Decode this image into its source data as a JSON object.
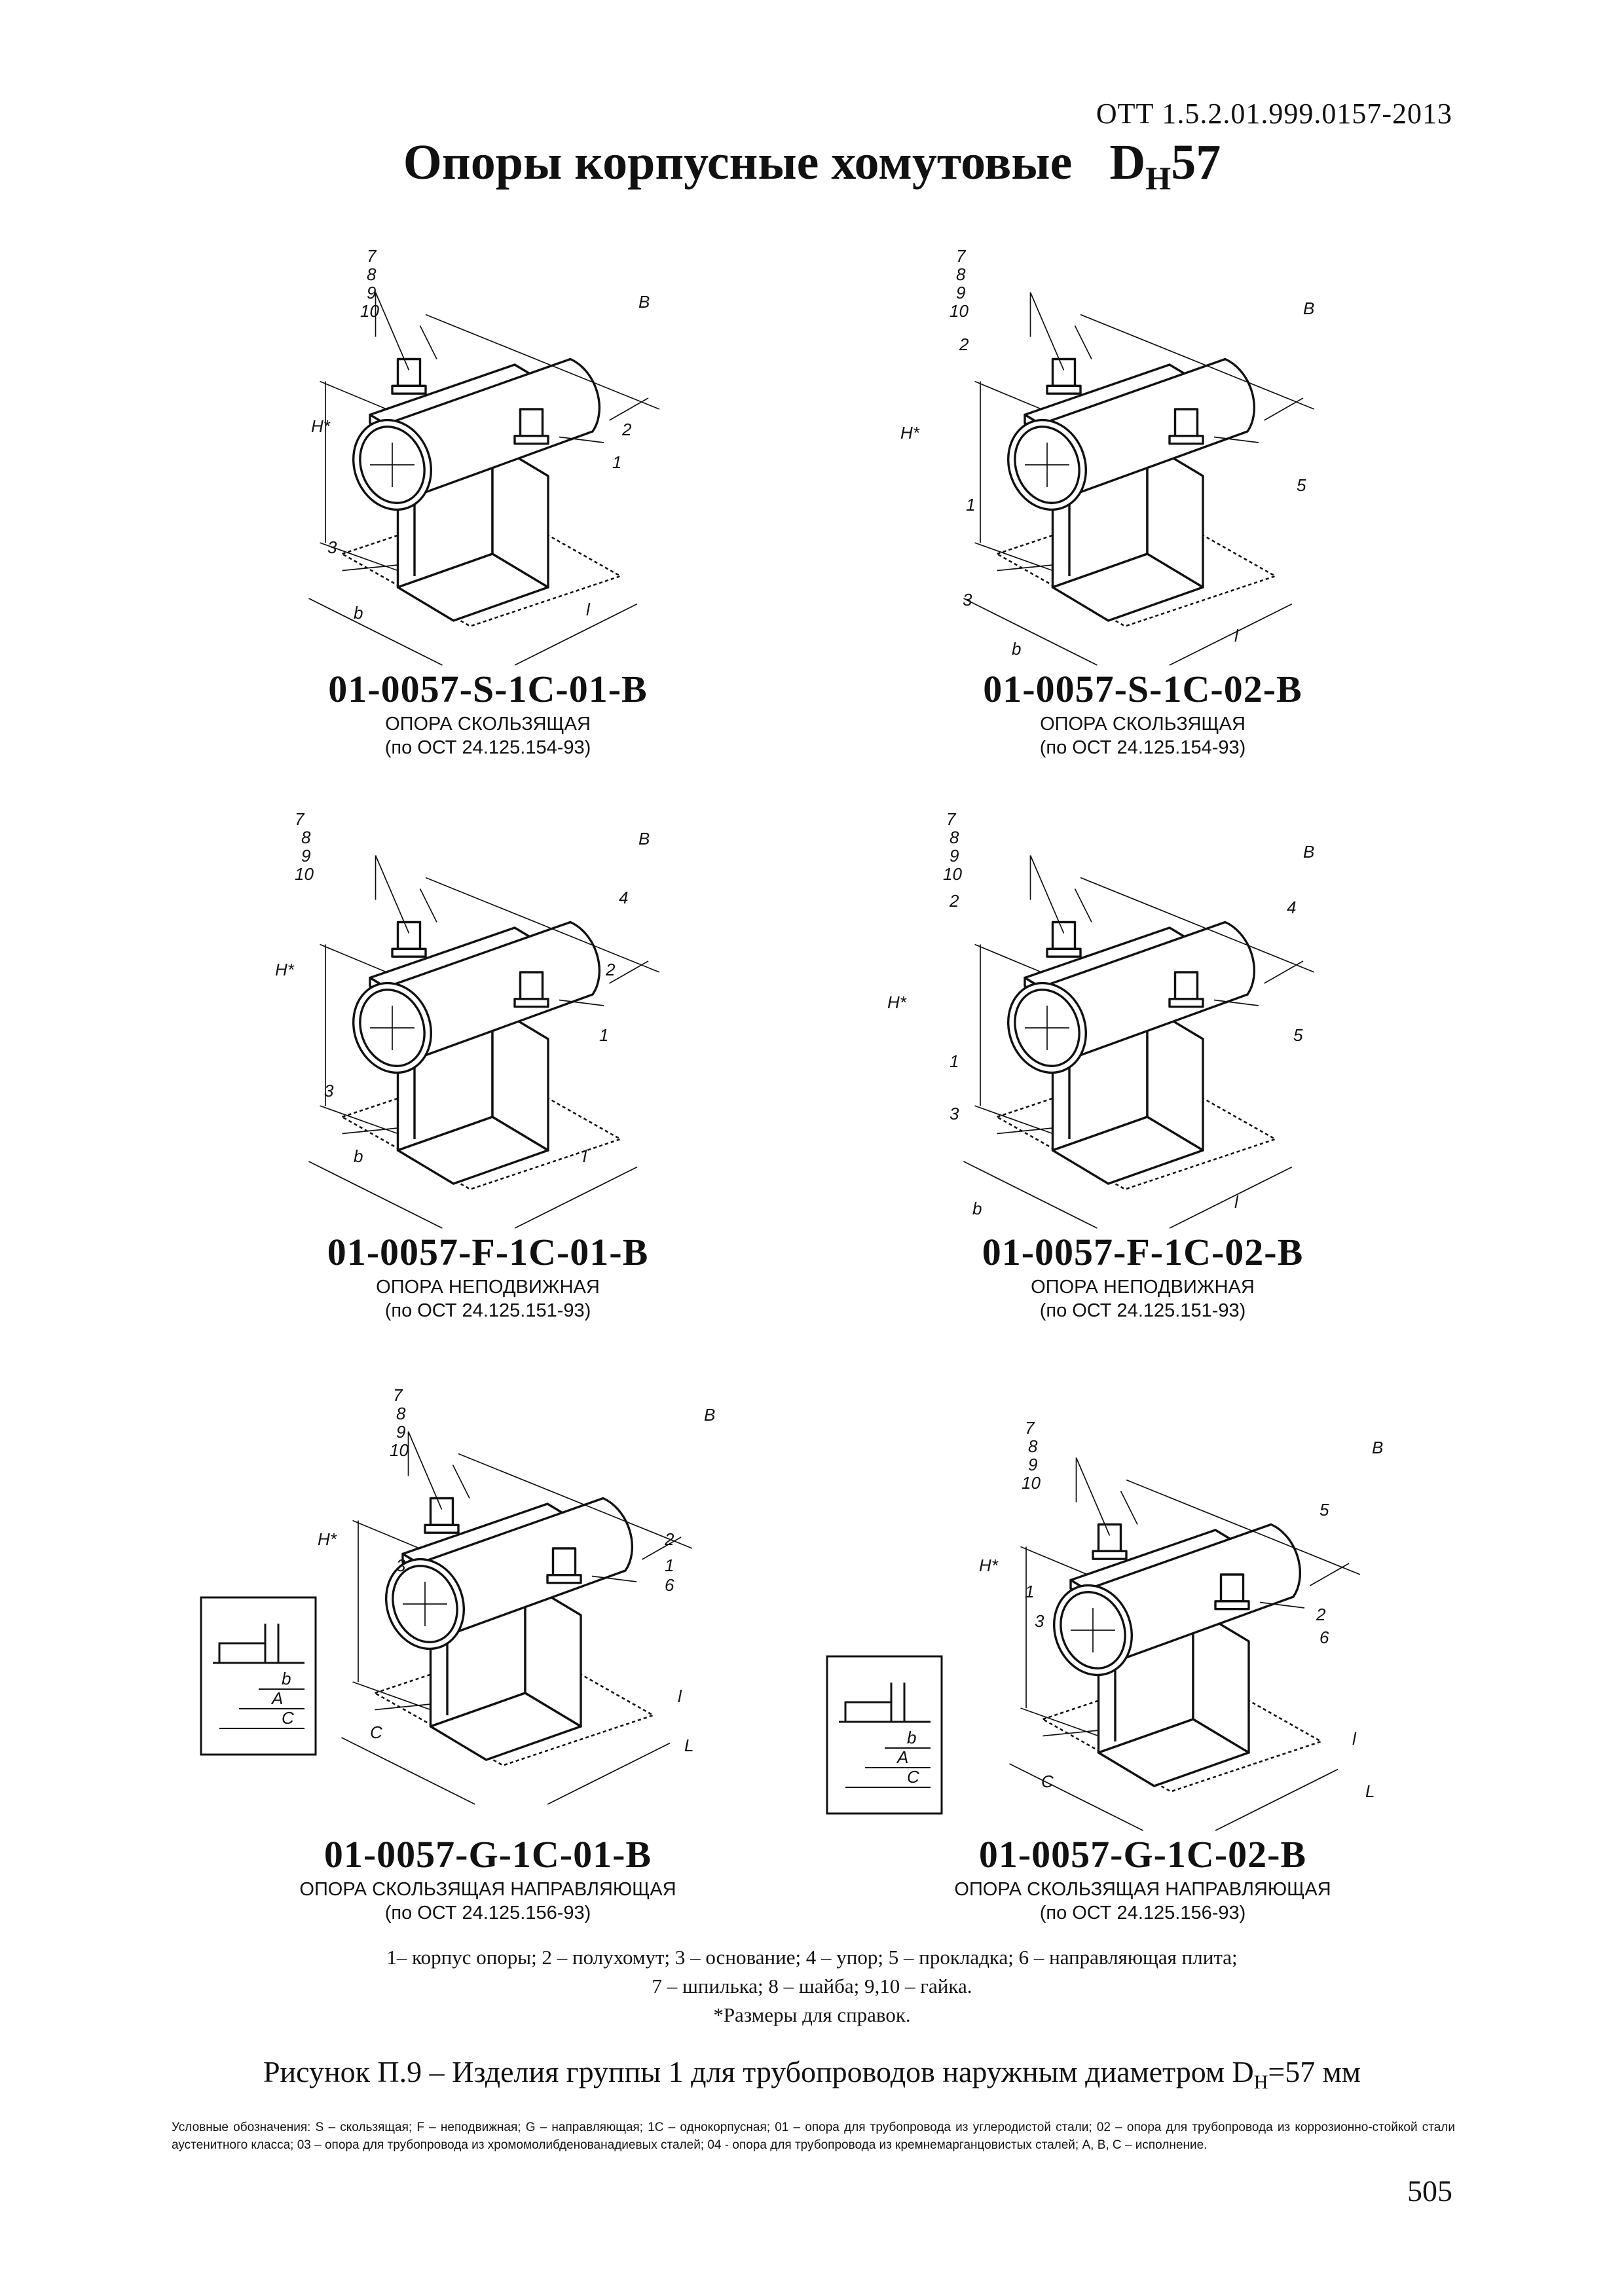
{
  "header": {
    "doc_number": "ОТТ 1.5.2.01.999.0157-2013",
    "title_main": "Опоры корпусные хомутовые",
    "title_d": "D",
    "title_sub": "Н",
    "title_num": "57"
  },
  "drawing_labels": {
    "n1": "1",
    "n2": "2",
    "n3": "3",
    "n4": "4",
    "n5": "5",
    "n6": "6",
    "n7": "7",
    "n8": "8",
    "n9": "9",
    "n10": "10",
    "dim_B": "B",
    "dim_H": "H*",
    "dim_b": "b",
    "dim_l": "l",
    "dim_L": "L",
    "dim_C": "C",
    "dim_A": "A"
  },
  "figures": [
    {
      "code": "01-0057-S-1C-01-B",
      "type": "ОПОРА СКОЛЬЗЯЩАЯ",
      "standard": "(по ОСТ 24.125.154-93)"
    },
    {
      "code": "01-0057-S-1C-02-B",
      "type": "ОПОРА СКОЛЬЗЯЩАЯ",
      "standard": "(по ОСТ 24.125.154-93)"
    },
    {
      "code": "01-0057-F-1C-01-B",
      "type": "ОПОРА НЕПОДВИЖНАЯ",
      "standard": "(по ОСТ 24.125.151-93)"
    },
    {
      "code": "01-0057-F-1C-02-B",
      "type": "ОПОРА НЕПОДВИЖНАЯ",
      "standard": "(по ОСТ 24.125.151-93)"
    },
    {
      "code": "01-0057-G-1C-01-B",
      "type": "ОПОРА СКОЛЬЗЯЩАЯ НАПРАВЛЯЮЩАЯ",
      "standard": "(по ОСТ 24.125.156-93)"
    },
    {
      "code": "01-0057-G-1C-02-B",
      "type": "ОПОРА СКОЛЬЗЯЩАЯ НАПРАВЛЯЮЩАЯ",
      "standard": "(по  ОСТ 24.125.156-93)"
    }
  ],
  "legend": {
    "line1": "1– корпус опоры; 2 – полухомут; 3 – основание; 4 – упор; 5 – прокладка; 6 – направляющая плита;",
    "line2": "7 – шпилька; 8 – шайба; 9,10 – гайка.",
    "line3": "*Размеры для справок."
  },
  "figure_caption": {
    "text": "Рисунок П.9 – Изделия группы 1 для трубопроводов наружным диаметром D",
    "sub": "Н",
    "tail": "=57 мм"
  },
  "notes": "Условные обозначения: S – скользящая; F – неподвижная;   G – направляющая; 1С – однокорпусная; 01 – опора для трубопровода из углеродистой стали; 02 – опора для трубопровода из коррозионно-стойкой стали аустенитного класса; 03 – опора для трубопровода из хромомолибденованадиевых сталей; 04 - опора для трубопровода из кремнемарганцовистых сталей; А, В, С – исполнение.",
  "page_number": "505"
}
